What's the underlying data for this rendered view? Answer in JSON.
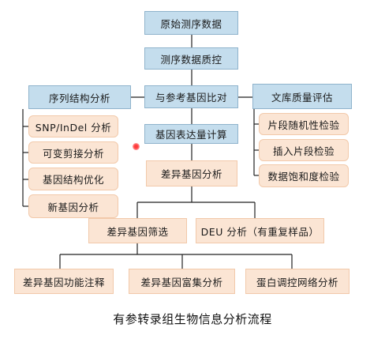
{
  "nodes": {
    "raw": "原始测序数据",
    "qc": "测序数据质控",
    "align": "与参考基因比对",
    "seq_struct": "序列结构分析",
    "lib_quality": "文库质量评估",
    "snp": "SNP/InDel 分析",
    "splice": "可变剪接分析",
    "gene_opt": "基因结构优化",
    "new_gene": "新基因分析",
    "expr": "基因表达量计算",
    "diff": "差异基因分析",
    "rand": "片段随机性检验",
    "insert": "插入片段检验",
    "saturation": "数据饱和度检验",
    "screen": "差异基因筛选",
    "deu": "DEU 分析（有重复样品）",
    "func": "差异基因功能注释",
    "enrich": "差异基因富集分析",
    "ppi": "蛋白调控网络分析"
  },
  "caption": "有参转录组生物信息分析流程",
  "colors": {
    "blue_box": "#c4dded",
    "orange_box": "#fbe5d4",
    "line": "#222222",
    "pointer": "#ff3b3b"
  }
}
